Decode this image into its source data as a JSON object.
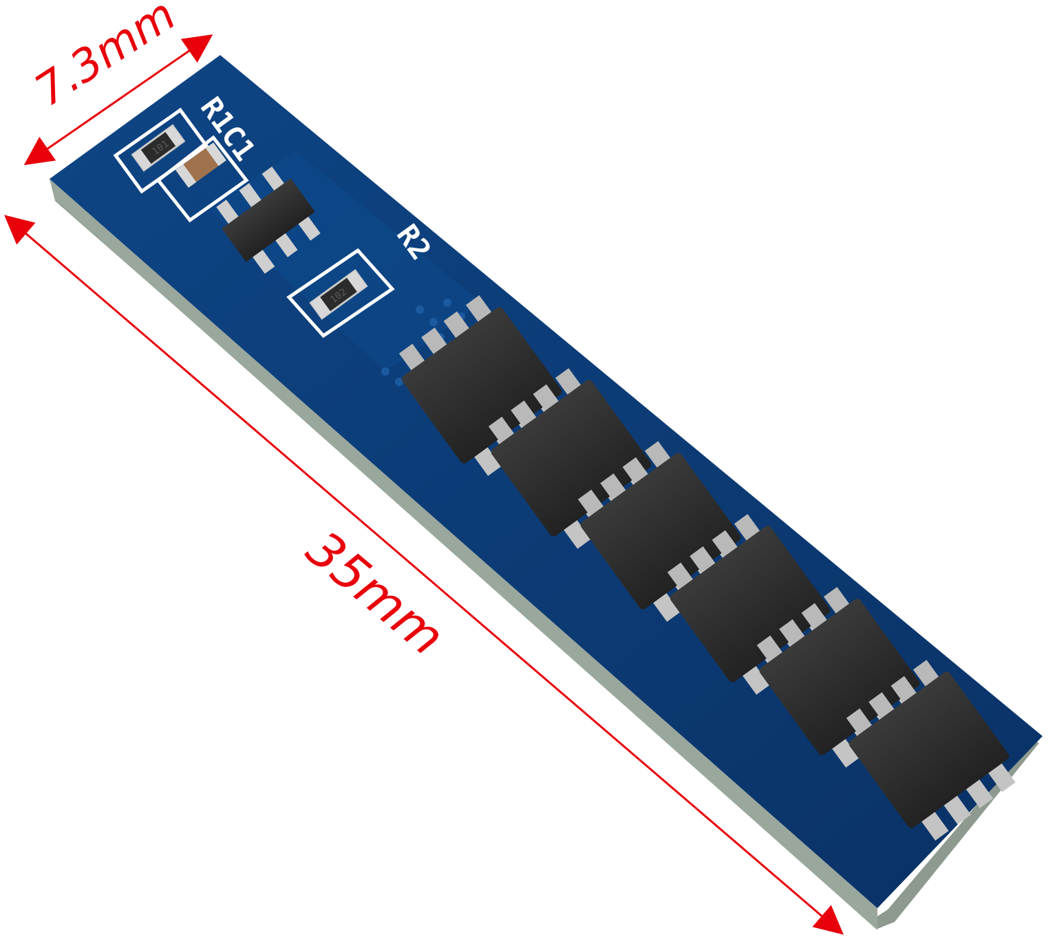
{
  "dimensions": {
    "width_label": "7.3mm",
    "length_label": "35mm",
    "arrow_color": "#e8000b"
  },
  "board": {
    "silkscreen": {
      "r1c1": "R1C1",
      "r2": "R2",
      "r2_value": "102",
      "r1_value": "101"
    },
    "pcb_color": "#0d3f7a",
    "mosfet_count": 6
  }
}
